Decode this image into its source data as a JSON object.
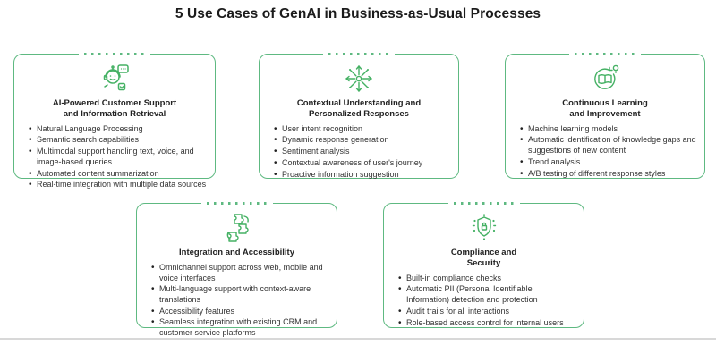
{
  "title": "5 Use Cases of GenAI in Business-as-Usual Processes",
  "colors": {
    "card_border_green": "#5eb981",
    "icon_green": "#45b164",
    "title_text": "#1b1b1b",
    "body_text": "#333333",
    "divider_gray": "#d8d8d8"
  },
  "cards": [
    {
      "icon": "customer-support-robot-icon",
      "title_lines": [
        "AI-Powered Customer Support",
        "and Information Retrieval"
      ],
      "bullets": [
        "Natural Language Processing",
        "Semantic search capabilities",
        "Multimodal support handling text, voice, and image-based queries",
        "Automated content summarization",
        "Real-time integration with multiple data sources"
      ]
    },
    {
      "icon": "sparkle-network-icon",
      "title_lines": [
        "Contextual Understanding and",
        "Personalized Responses"
      ],
      "bullets": [
        "User intent recognition",
        "Dynamic response generation",
        "Sentiment analysis",
        "Contextual awareness of user's journey",
        "Proactive information suggestion"
      ]
    },
    {
      "icon": "learning-loop-book-icon",
      "title_lines": [
        "Continuous Learning",
        "and Improvement"
      ],
      "bullets": [
        "Machine learning models",
        "Automatic identification of knowledge gaps and suggestions of new content",
        "Trend analysis",
        "A/B testing of different response styles"
      ]
    },
    {
      "icon": "puzzle-integration-icon",
      "title_lines": [
        "Integration and Accessibility"
      ],
      "bullets": [
        "Omnichannel support across web, mobile and voice interfaces",
        "Multi-language support with context-aware translations",
        "Accessibility features",
        "Seamless integration with existing CRM and customer service platforms"
      ]
    },
    {
      "icon": "shield-lock-icon",
      "title_lines": [
        "Compliance and",
        "Security"
      ],
      "bullets": [
        "Built-in compliance checks",
        "Automatic PII (Personal Identifiable Information) detection and protection",
        "Audit trails for all interactions",
        "Role-based access control for internal users"
      ]
    }
  ]
}
